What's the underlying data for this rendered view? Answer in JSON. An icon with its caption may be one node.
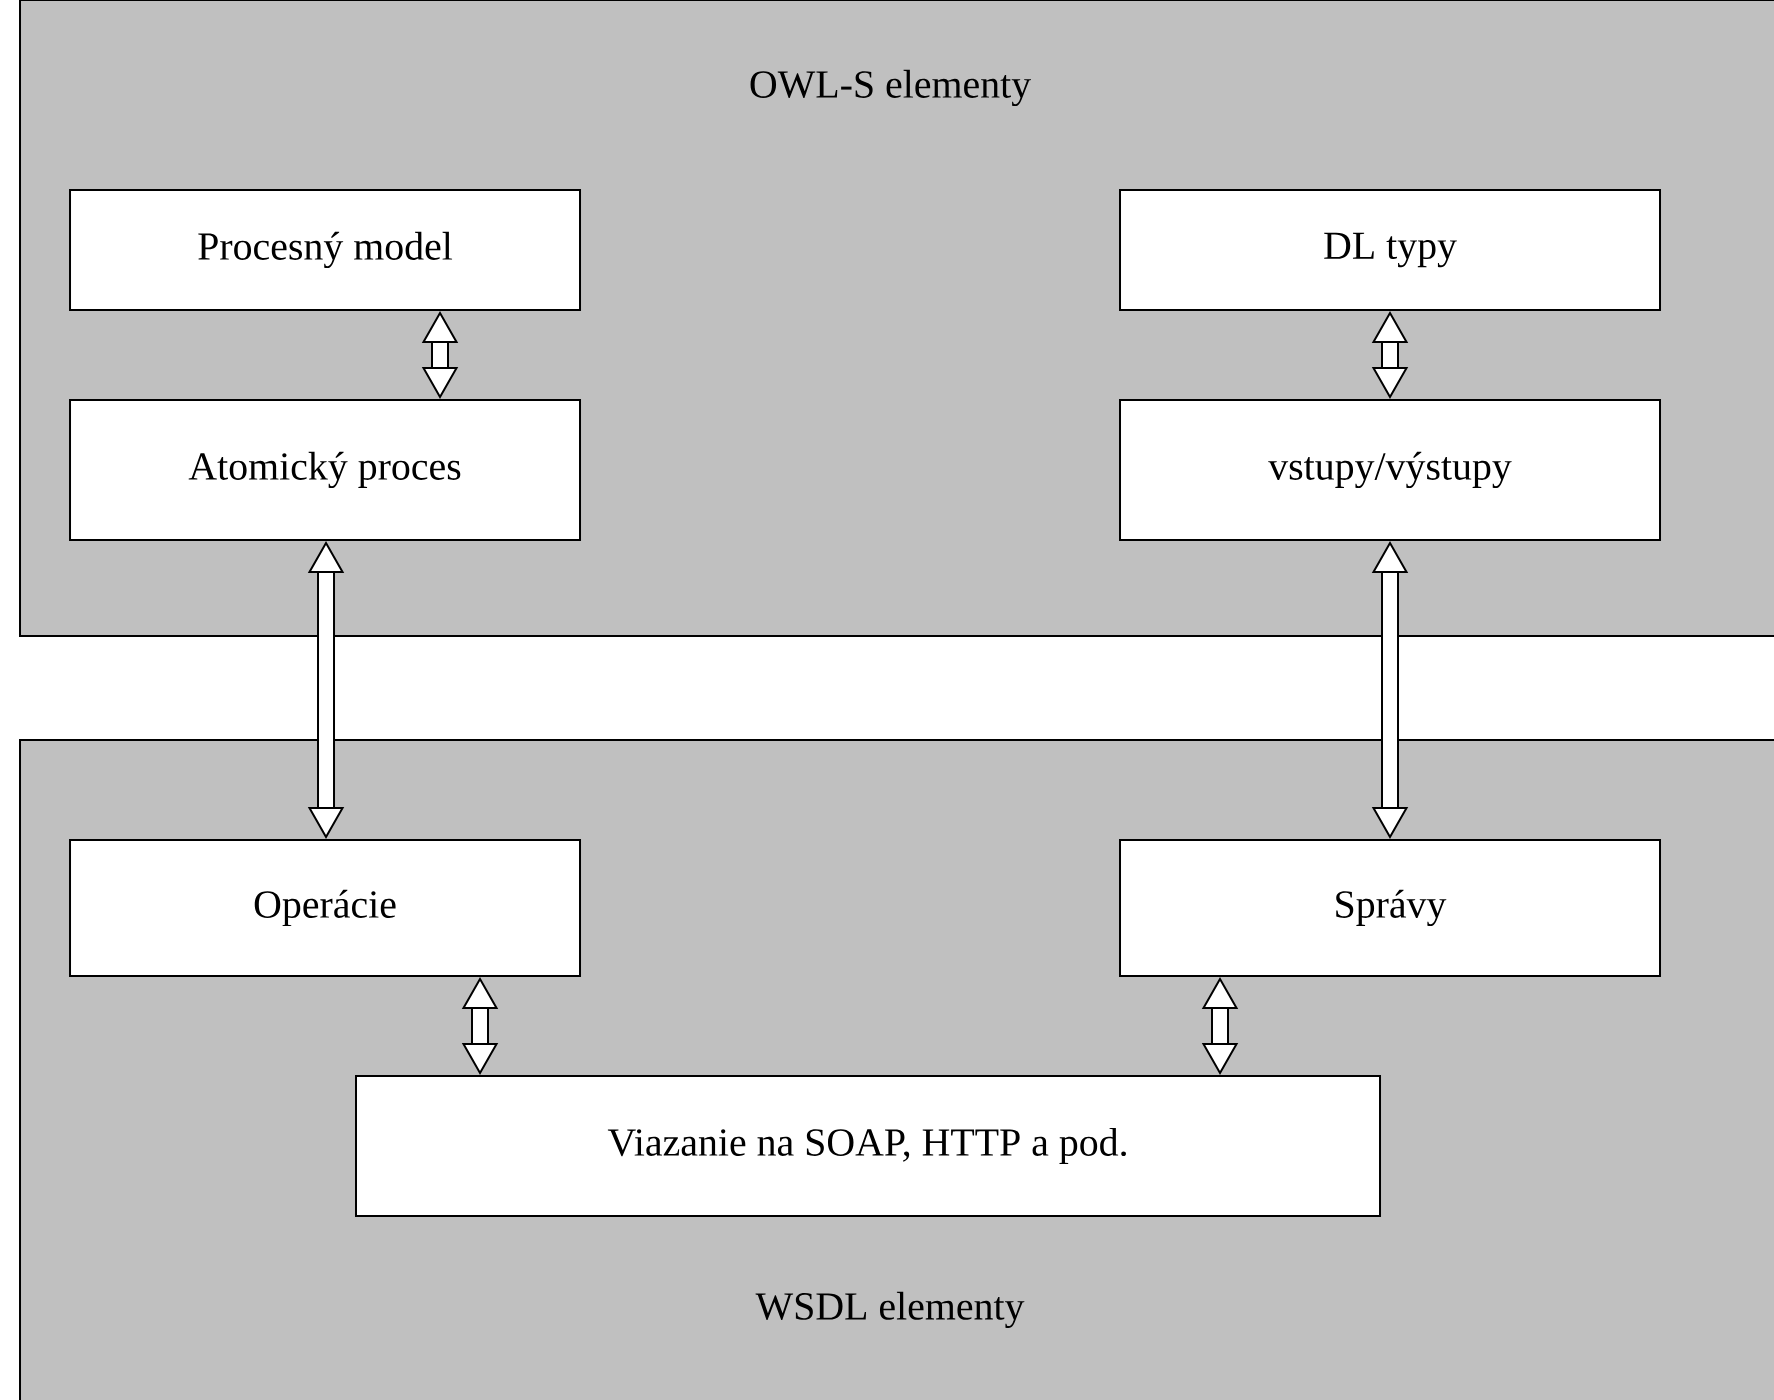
{
  "diagram": {
    "nodes": [
      {
        "text": [
          "OWL-S elementy"
        ]
      },
      {
        "text": [
          "Procesný model"
        ],
        "in": 0
      },
      {
        "text": [
          "DL typy"
        ],
        "in": 0
      },
      {
        "text": [
          "Atomický proces"
        ],
        "in": 0
      },
      {
        "text": [
          "vstupy/výstupy"
        ],
        "in": 0
      },
      {
        "text": [
          "WSDL elementy"
        ]
      },
      {
        "text": [
          "Operácie"
        ],
        "in": 5
      },
      {
        "text": [
          "Správy"
        ],
        "in": 5
      },
      {
        "text": [
          "Viazanie na SOAP, HTTP a pod."
        ],
        "in": 5
      }
    ],
    "edges": [
      {
        "from": 1,
        "to": 3,
        "arrow": "both"
      },
      {
        "from": 2,
        "to": 4,
        "arrow": "both"
      },
      {
        "from": 3,
        "to": 6,
        "arrow": "both"
      },
      {
        "from": 4,
        "to": 7,
        "arrow": "both"
      },
      {
        "from": 6,
        "to": 8,
        "arrow": "both"
      },
      {
        "from": 7,
        "to": 8,
        "arrow": "both"
      }
    ]
  }
}
